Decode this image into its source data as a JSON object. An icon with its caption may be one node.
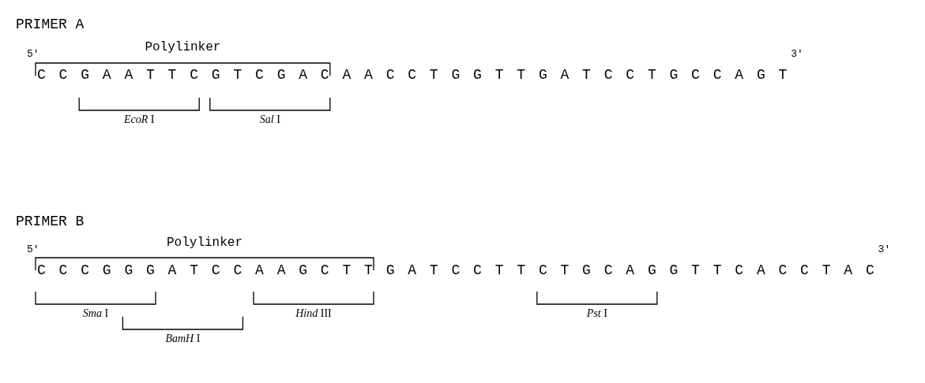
{
  "diagram": {
    "labels": [
      "PRIMER A",
      "Polylinker",
      "5'",
      "C C G A A T T C G T C G A C A A C C T G G T T G A T C C T G C C A G T",
      "3'",
      "*EcoR* I",
      "*Sal* I",
      "PRIMER B",
      "Polylinker",
      "5'",
      "C C C G G G A T C C A A G C T T G A T C C T T C T G C A G G T T C A C C T A C",
      "3'",
      "*Sma* I",
      "*Hind* III",
      "*Pst* I",
      "*BamH* I"
    ]
  }
}
